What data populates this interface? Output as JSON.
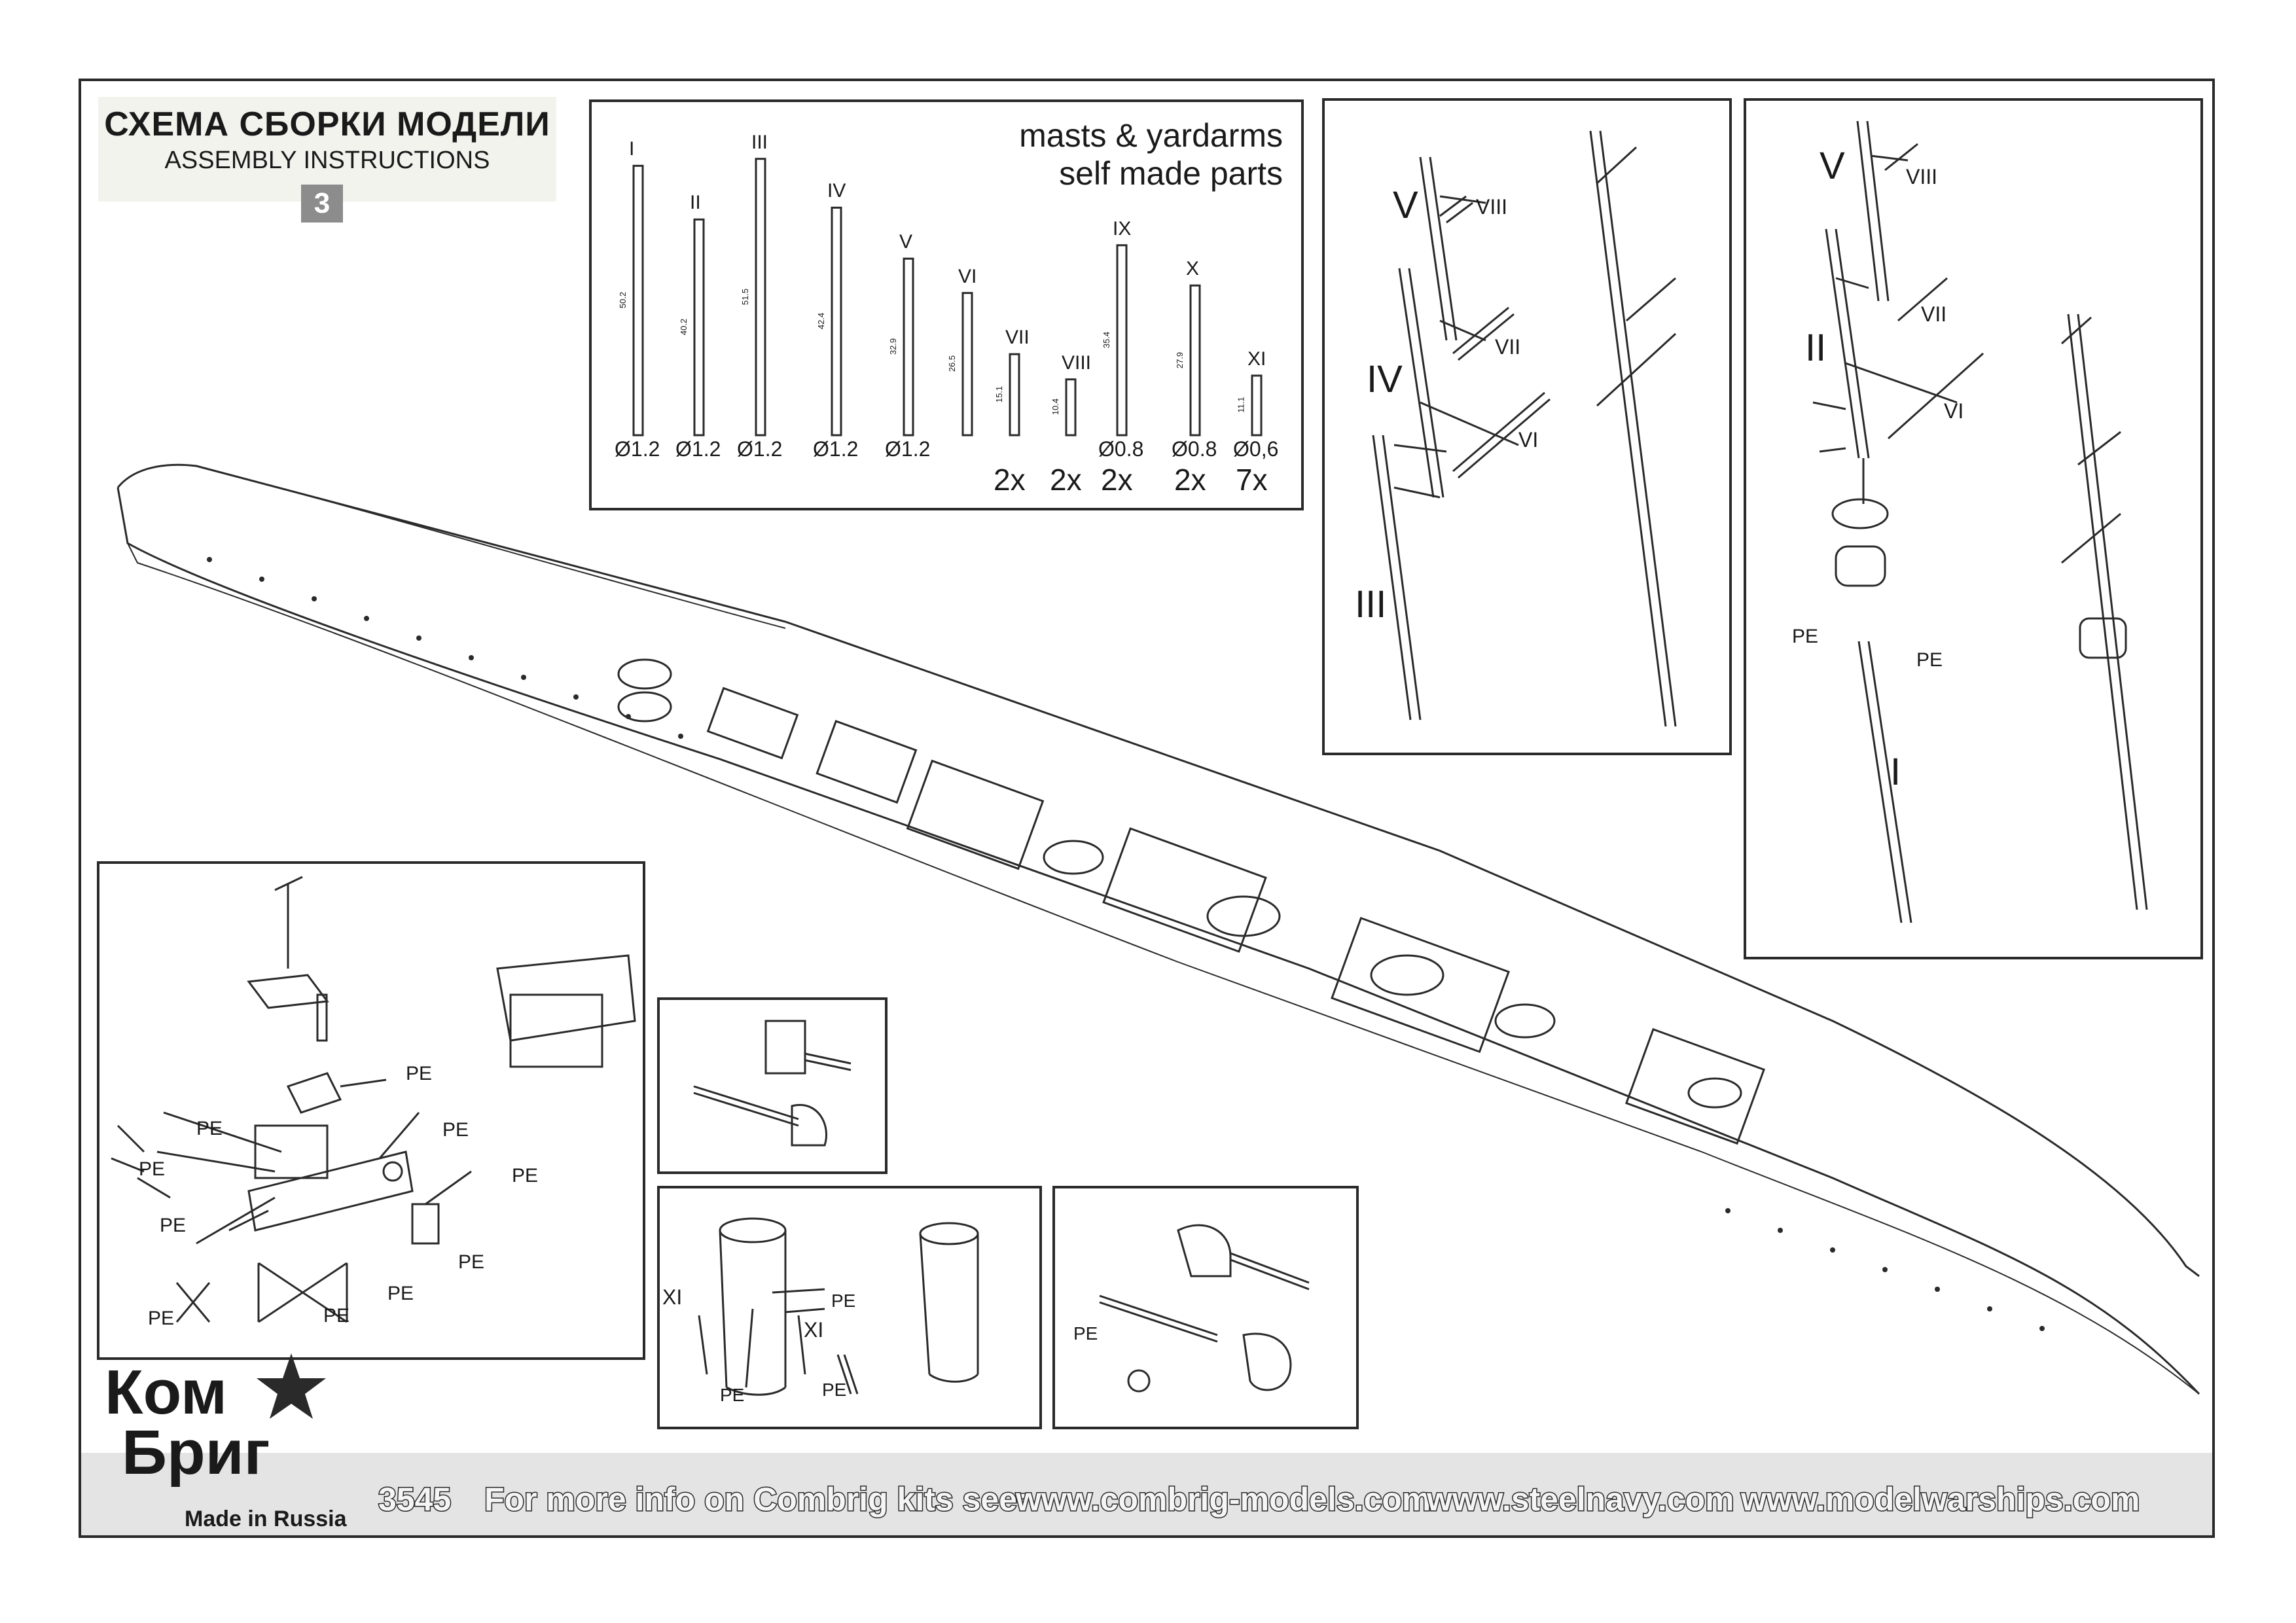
{
  "header": {
    "title_ru": "СХЕМА СБОРКИ МОДЕЛИ",
    "title_en": "ASSEMBLY INSTRUCTIONS",
    "step": "3"
  },
  "parts_table": {
    "heading_line1": "masts & yardarms",
    "heading_line2": "self made parts",
    "parts": [
      {
        "id": "I",
        "length": "50.2",
        "diameter": "Ø1.2",
        "qty": ""
      },
      {
        "id": "II",
        "length": "40.2",
        "diameter": "Ø1.2",
        "qty": ""
      },
      {
        "id": "III",
        "length": "51.5",
        "diameter": "Ø1.2",
        "qty": ""
      },
      {
        "id": "IV",
        "length": "42.4",
        "diameter": "Ø1.2",
        "qty": ""
      },
      {
        "id": "V",
        "length": "32.9",
        "diameter": "Ø1.2",
        "qty": ""
      },
      {
        "id": "VI",
        "length": "26.5",
        "diameter": "",
        "qty": ""
      },
      {
        "id": "VII",
        "length": "15.1",
        "diameter": "",
        "qty": "2x"
      },
      {
        "id": "VIII",
        "length": "10.4",
        "diameter": "",
        "qty": "2x"
      },
      {
        "id": "IX",
        "length": "35.4",
        "diameter": "Ø0.8",
        "qty": "2x"
      },
      {
        "id": "X",
        "length": "27.9",
        "diameter": "Ø0.8",
        "qty": "2x"
      },
      {
        "id": "XI",
        "length": "11.1",
        "diameter": "Ø0,6",
        "qty": "7x"
      }
    ]
  },
  "rear_mast_panel": {
    "labels": [
      "V",
      "VIII",
      "VII",
      "IV",
      "VI",
      "III"
    ]
  },
  "fore_mast_panel": {
    "labels": [
      "V",
      "VIII",
      "VII",
      "II",
      "VI",
      "PE",
      "PE",
      "I"
    ]
  },
  "bridge_panel": {
    "pe_labels": [
      "PE",
      "PE",
      "PE",
      "PE",
      "PE",
      "PE",
      "PE",
      "PE",
      "PE",
      "PE"
    ]
  },
  "funnel_panel": {
    "labels": [
      "XI",
      "XI",
      "PE",
      "PE",
      "PE"
    ]
  },
  "gun_panel": {
    "labels": [
      "PE"
    ]
  },
  "footer": {
    "brand_line1": "Ком",
    "brand_line2": "Бриг",
    "made_in": "Made in Russia",
    "kit_number": "3545",
    "info_text": "For more info on Combrig kits see:",
    "url1": "www.combrig-models.com",
    "url2": "www.steelnavy.com",
    "url3": "www.modelwarships.com"
  }
}
